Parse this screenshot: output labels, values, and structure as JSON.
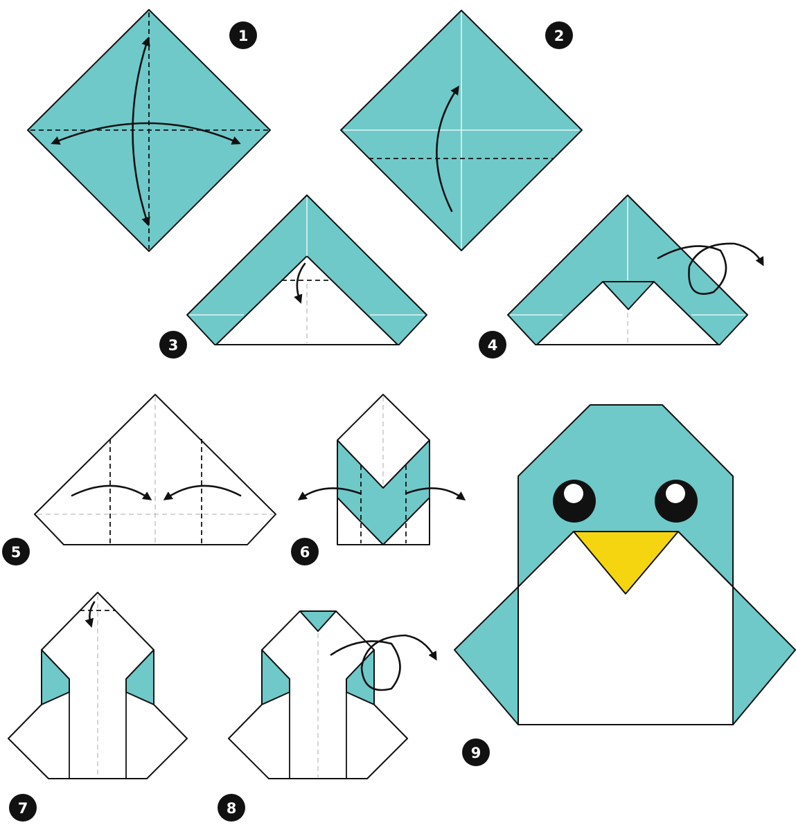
{
  "steps": [
    {
      "number": "1"
    },
    {
      "number": "2"
    },
    {
      "number": "3"
    },
    {
      "number": "4"
    },
    {
      "number": "5"
    },
    {
      "number": "6"
    },
    {
      "number": "7"
    },
    {
      "number": "8"
    },
    {
      "number": "9"
    }
  ],
  "colors": {
    "paper": "#6fc9c9",
    "paper_back": "#ffffff",
    "beak": "#f5d510",
    "outline": "#111111"
  }
}
